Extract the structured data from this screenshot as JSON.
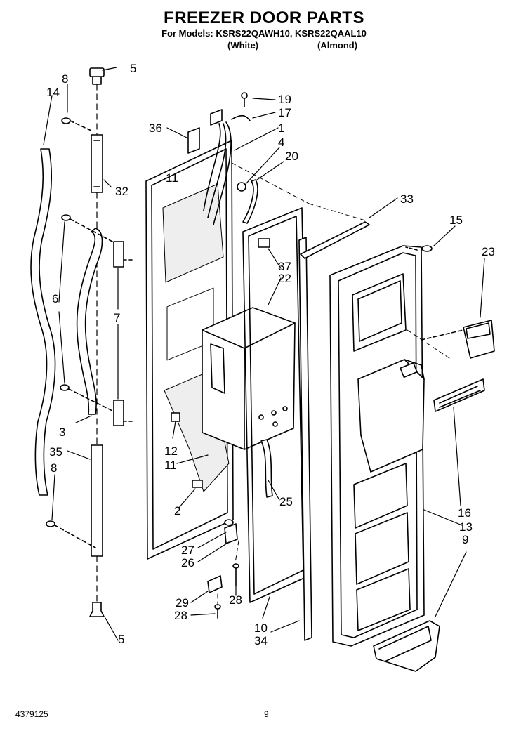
{
  "header": {
    "title": "FREEZER DOOR PARTS",
    "models_line": "For Models: KSRS22QAWH10, KSRS22QAAL10",
    "color_white": "(White)",
    "color_almond": "(Almond)"
  },
  "footer": {
    "doc_number": "4379125",
    "page_number": "9"
  },
  "part_labels": [
    "1",
    "2",
    "3",
    "4",
    "5",
    "5",
    "6",
    "7",
    "8",
    "8",
    "9",
    "10",
    "11",
    "11",
    "12",
    "13",
    "14",
    "15",
    "16",
    "17",
    "19",
    "20",
    "22",
    "23",
    "25",
    "26",
    "27",
    "28",
    "28",
    "29",
    "32",
    "33",
    "34",
    "35",
    "36",
    "37"
  ]
}
